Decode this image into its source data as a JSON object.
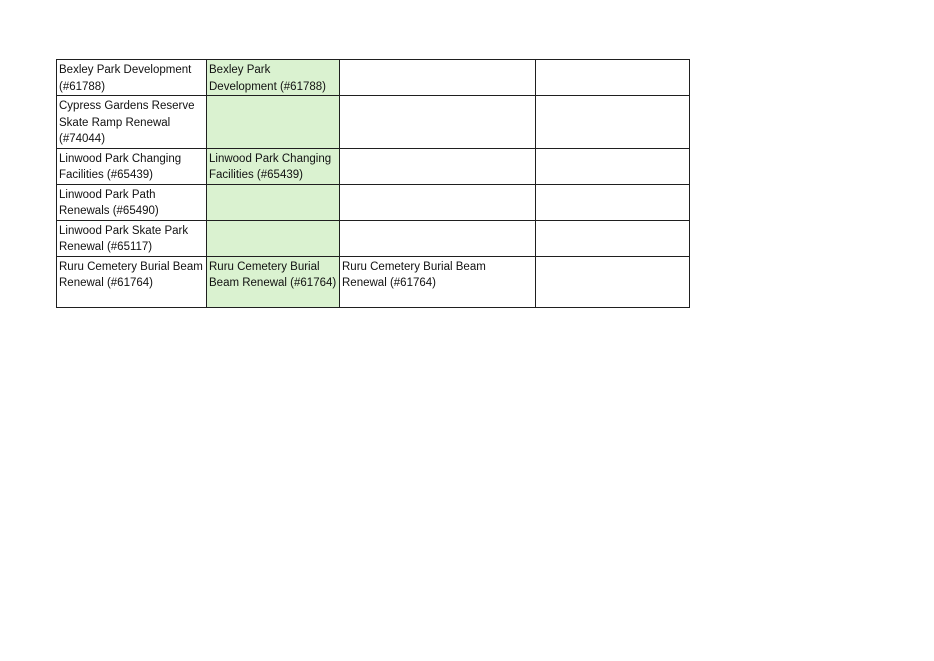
{
  "table": {
    "highlight_color": "#daf2d0",
    "rows": [
      {
        "col1": "Bexley Park Development (#61788)",
        "col2": "Bexley Park Development (#61788)",
        "col3": "",
        "col4": ""
      },
      {
        "col1": "Cypress Gardens Reserve Skate Ramp Renewal (#74044)",
        "col2": "",
        "col3": "",
        "col4": ""
      },
      {
        "col1": "Linwood Park Changing Facilities (#65439)",
        "col2": "Linwood Park Changing Facilities (#65439)",
        "col3": "",
        "col4": ""
      },
      {
        "col1": "Linwood Park Path Renewals (#65490)",
        "col2": "",
        "col3": "",
        "col4": ""
      },
      {
        "col1": "Linwood Park Skate Park Renewal (#65117)",
        "col2": "",
        "col3": "",
        "col4": ""
      },
      {
        "col1": "Ruru Cemetery Burial Beam Renewal (#61764)",
        "col2": "Ruru Cemetery Burial Beam Renewal (#61764)",
        "col3": "Ruru Cemetery Burial Beam Renewal (#61764)",
        "col4": ""
      }
    ]
  }
}
